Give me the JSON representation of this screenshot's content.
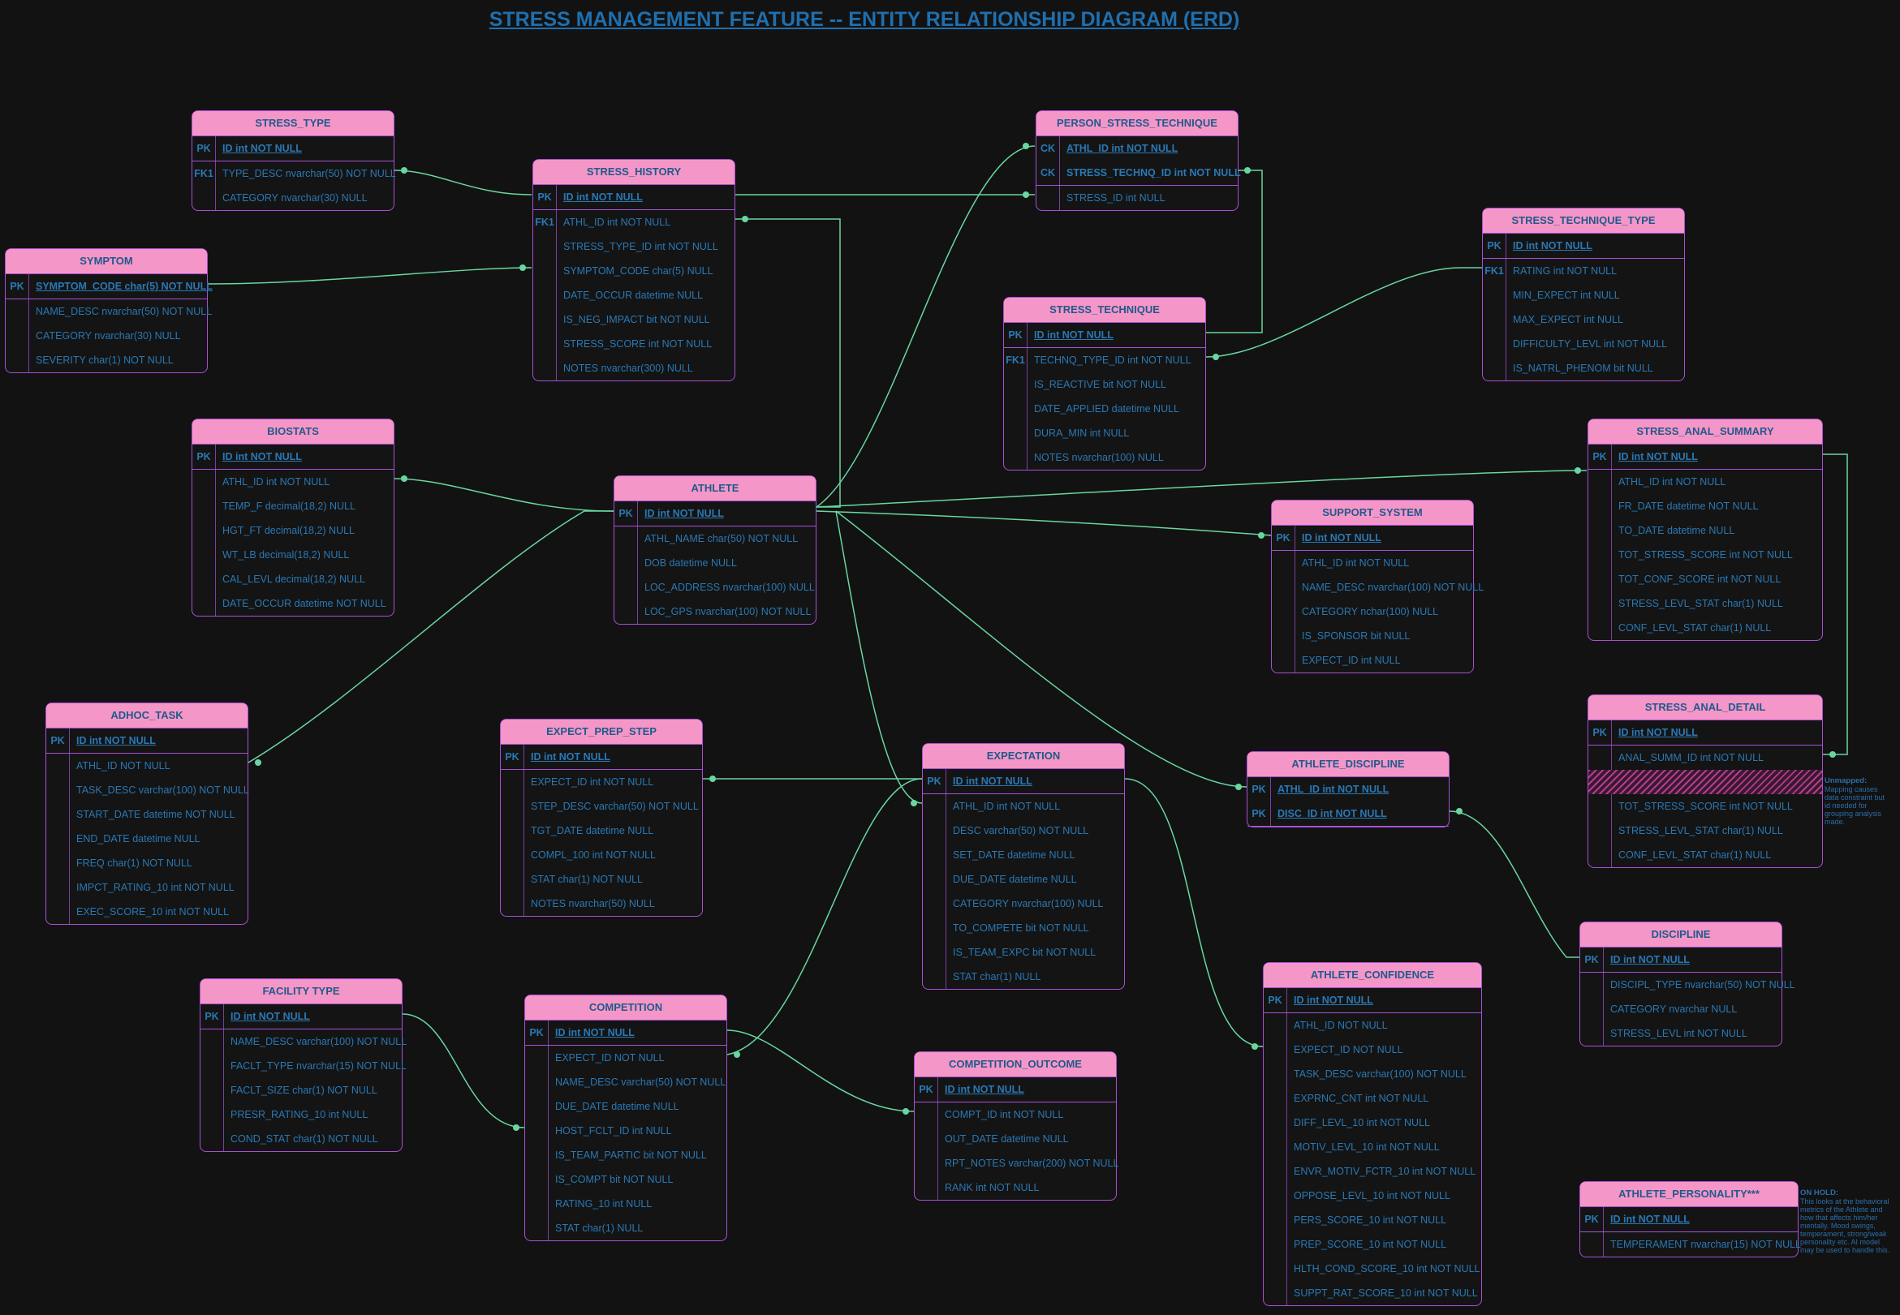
{
  "title": "STRESS MANAGEMENT FEATURE -- ENTITY RELATIONSHIP DIAGRAM (ERD)",
  "colors": {
    "background": "#121212",
    "header": "#f596c8",
    "border": "#a94fd6",
    "text": "#2a78b4",
    "line": "#69d69f"
  },
  "entities": {
    "stress_type": {
      "name": "STRESS_TYPE",
      "rows": [
        {
          "key": "PK",
          "attr": "ID int NOT NULL"
        },
        {
          "key": "FK1",
          "attr": "TYPE_DESC nvarchar(50) NOT NULL"
        },
        {
          "key": "",
          "attr": "CATEGORY nvarchar(30) NULL"
        }
      ]
    },
    "symptom": {
      "name": "SYMPTOM",
      "rows": [
        {
          "key": "PK",
          "attr": "SYMPTOM_CODE char(5) NOT NULL"
        },
        {
          "key": "",
          "attr": "NAME_DESC nvarchar(50) NOT NULL"
        },
        {
          "key": "",
          "attr": "CATEGORY nvarchar(30) NULL"
        },
        {
          "key": "",
          "attr": "SEVERITY char(1) NOT NULL"
        }
      ]
    },
    "stress_history": {
      "name": "STRESS_HISTORY",
      "rows": [
        {
          "key": "PK",
          "attr": "ID int NOT NULL"
        },
        {
          "key": "FK1",
          "attr": "ATHL_ID int NOT NULL"
        },
        {
          "key": "",
          "attr": "STRESS_TYPE_ID int NOT NULL"
        },
        {
          "key": "",
          "attr": "SYMPTOM_CODE char(5) NULL"
        },
        {
          "key": "",
          "attr": "DATE_OCCUR datetime NULL"
        },
        {
          "key": "",
          "attr": "IS_NEG_IMPACT bit NOT NULL"
        },
        {
          "key": "",
          "attr": "STRESS_SCORE int NOT NULL"
        },
        {
          "key": "",
          "attr": "NOTES nvarchar(300) NULL"
        }
      ]
    },
    "person_stress_technique": {
      "name": "PERSON_STRESS_TECHNIQUE",
      "rows": [
        {
          "key": "CK",
          "attr": "ATHL_ID int NOT NULL"
        },
        {
          "key": "CK",
          "attr": "STRESS_TECHNQ_ID int NOT NULL"
        },
        {
          "key": "",
          "attr": "STRESS_ID int NULL"
        }
      ]
    },
    "stress_technique_type": {
      "name": "STRESS_TECHNIQUE_TYPE",
      "rows": [
        {
          "key": "PK",
          "attr": "ID int NOT NULL"
        },
        {
          "key": "FK1",
          "attr": "RATING int NOT NULL"
        },
        {
          "key": "",
          "attr": "MIN_EXPECT int NULL"
        },
        {
          "key": "",
          "attr": "MAX_EXPECT int NULL"
        },
        {
          "key": "",
          "attr": "DIFFICULTY_LEVL int NOT NULL"
        },
        {
          "key": "",
          "attr": "IS_NATRL_PHENOM bit NULL"
        }
      ]
    },
    "stress_technique": {
      "name": "STRESS_TECHNIQUE",
      "rows": [
        {
          "key": "PK",
          "attr": "ID int NOT NULL"
        },
        {
          "key": "FK1",
          "attr": "TECHNQ_TYPE_ID int NOT NULL"
        },
        {
          "key": "",
          "attr": "IS_REACTIVE bit NOT NULL"
        },
        {
          "key": "",
          "attr": "DATE_APPLIED datetime NULL"
        },
        {
          "key": "",
          "attr": "DURA_MIN int NULL"
        },
        {
          "key": "",
          "attr": "NOTES nvarchar(100) NULL"
        }
      ]
    },
    "biostats": {
      "name": "BIOSTATS",
      "rows": [
        {
          "key": "PK",
          "attr": "ID int NOT NULL"
        },
        {
          "key": "",
          "attr": "ATHL_ID int NOT NULL"
        },
        {
          "key": "",
          "attr": "TEMP_F decimal(18,2) NULL"
        },
        {
          "key": "",
          "attr": "HGT_FT decimal(18,2) NULL"
        },
        {
          "key": "",
          "attr": "WT_LB decimal(18,2) NULL"
        },
        {
          "key": "",
          "attr": "CAL_LEVL decimal(18,2) NULL"
        },
        {
          "key": "",
          "attr": "DATE_OCCUR datetime NOT NULL"
        }
      ]
    },
    "athlete": {
      "name": "ATHLETE",
      "rows": [
        {
          "key": "PK",
          "attr": "ID int NOT NULL"
        },
        {
          "key": "",
          "attr": "ATHL_NAME char(50) NOT NULL"
        },
        {
          "key": "",
          "attr": "DOB datetime NULL"
        },
        {
          "key": "",
          "attr": "LOC_ADDRESS nvarchar(100) NULL"
        },
        {
          "key": "",
          "attr": "LOC_GPS nvarchar(100) NOT NULL"
        }
      ]
    },
    "stress_anal_summary": {
      "name": "STRESS_ANAL_SUMMARY",
      "rows": [
        {
          "key": "PK",
          "attr": "ID int NOT NULL"
        },
        {
          "key": "",
          "attr": "ATHL_ID int NOT NULL"
        },
        {
          "key": "",
          "attr": "FR_DATE datetime NOT NULL"
        },
        {
          "key": "",
          "attr": "TO_DATE datetime NULL"
        },
        {
          "key": "",
          "attr": "TOT_STRESS_SCORE int NOT NULL"
        },
        {
          "key": "",
          "attr": "TOT_CONF_SCORE int NOT NULL"
        },
        {
          "key": "",
          "attr": "STRESS_LEVL_STAT char(1) NULL"
        },
        {
          "key": "",
          "attr": "CONF_LEVL_STAT char(1) NULL"
        }
      ]
    },
    "support_system": {
      "name": "SUPPORT_SYSTEM",
      "rows": [
        {
          "key": "PK",
          "attr": "ID int NOT NULL"
        },
        {
          "key": "",
          "attr": "ATHL_ID int NOT NULL"
        },
        {
          "key": "",
          "attr": "NAME_DESC nvarchar(100) NOT NULL"
        },
        {
          "key": "",
          "attr": "CATEGORY nchar(100) NULL"
        },
        {
          "key": "",
          "attr": "IS_SPONSOR bit NULL"
        },
        {
          "key": "",
          "attr": "EXPECT_ID int NULL"
        }
      ]
    },
    "adhoc_task": {
      "name": "ADHOC_TASK",
      "rows": [
        {
          "key": "PK",
          "attr": "ID int NOT NULL"
        },
        {
          "key": "",
          "attr": "ATHL_ID NOT NULL"
        },
        {
          "key": "",
          "attr": "TASK_DESC varchar(100) NOT NULL"
        },
        {
          "key": "",
          "attr": "START_DATE datetime NOT NULL"
        },
        {
          "key": "",
          "attr": "END_DATE datetime NULL"
        },
        {
          "key": "",
          "attr": "FREQ char(1) NOT NULL"
        },
        {
          "key": "",
          "attr": "IMPCT_RATING_10 int NOT NULL"
        },
        {
          "key": "",
          "attr": "EXEC_SCORE_10 int NOT NULL"
        }
      ]
    },
    "expect_prep_step": {
      "name": "EXPECT_PREP_STEP",
      "rows": [
        {
          "key": "PK",
          "attr": "ID int NOT NULL"
        },
        {
          "key": "",
          "attr": "EXPECT_ID int NOT NULL"
        },
        {
          "key": "",
          "attr": "STEP_DESC varchar(50) NOT NULL"
        },
        {
          "key": "",
          "attr": "TGT_DATE datetime NULL"
        },
        {
          "key": "",
          "attr": "COMPL_100 int NOT NULL"
        },
        {
          "key": "",
          "attr": "STAT char(1) NOT NULL"
        },
        {
          "key": "",
          "attr": "NOTES nvarchar(50) NULL"
        }
      ]
    },
    "expectation": {
      "name": "EXPECTATION",
      "rows": [
        {
          "key": "PK",
          "attr": "ID int NOT NULL"
        },
        {
          "key": "",
          "attr": "ATHL_ID int NOT NULL"
        },
        {
          "key": "",
          "attr": "DESC varchar(50) NOT NULL"
        },
        {
          "key": "",
          "attr": "SET_DATE datetime NULL"
        },
        {
          "key": "",
          "attr": "DUE_DATE datetime NULL"
        },
        {
          "key": "",
          "attr": "CATEGORY nvarchar(100) NULL"
        },
        {
          "key": "",
          "attr": "TO_COMPETE bit NOT NULL"
        },
        {
          "key": "",
          "attr": "IS_TEAM_EXPC bit NOT NULL"
        },
        {
          "key": "",
          "attr": "STAT char(1) NULL"
        }
      ]
    },
    "athlete_discipline": {
      "name": "ATHLETE_DISCIPLINE",
      "rows": [
        {
          "key": "PK",
          "attr": "ATHL_ID int NOT NULL"
        },
        {
          "key": "PK",
          "attr": "DISC_ID int NOT NULL"
        }
      ]
    },
    "stress_anal_detail": {
      "name": "STRESS_ANAL_DETAIL",
      "rows": [
        {
          "key": "PK",
          "attr": "ID int NOT NULL"
        },
        {
          "key": "",
          "attr": "ANAL_SUMM_ID int NOT NULL"
        },
        {
          "key": "",
          "attr": ""
        },
        {
          "key": "",
          "attr": "TOT_STRESS_SCORE int NOT NULL"
        },
        {
          "key": "",
          "attr": "STRESS_LEVL_STAT char(1) NULL"
        },
        {
          "key": "",
          "attr": "CONF_LEVL_STAT char(1) NULL"
        }
      ]
    },
    "discipline": {
      "name": "DISCIPLINE",
      "rows": [
        {
          "key": "PK",
          "attr": "ID int NOT NULL"
        },
        {
          "key": "",
          "attr": "DISCIPL_TYPE nvarchar(50) NOT NULL"
        },
        {
          "key": "",
          "attr": "CATEGORY nvarchar NULL"
        },
        {
          "key": "",
          "attr": "STRESS_LEVL int NOT NULL"
        }
      ]
    },
    "facility_type": {
      "name": "FACILITY TYPE",
      "rows": [
        {
          "key": "PK",
          "attr": "ID int NOT NULL"
        },
        {
          "key": "",
          "attr": "NAME_DESC varchar(100) NOT NULL"
        },
        {
          "key": "",
          "attr": "FACLT_TYPE nvarchar(15) NOT NULL"
        },
        {
          "key": "",
          "attr": "FACLT_SIZE char(1) NOT NULL"
        },
        {
          "key": "",
          "attr": "PRESR_RATING_10 int NULL"
        },
        {
          "key": "",
          "attr": "COND_STAT char(1) NOT NULL"
        }
      ]
    },
    "competition": {
      "name": "COMPETITION",
      "rows": [
        {
          "key": "PK",
          "attr": "ID int NOT NULL"
        },
        {
          "key": "",
          "attr": "EXPECT_ID NOT NULL"
        },
        {
          "key": "",
          "attr": "NAME_DESC varchar(50) NOT NULL"
        },
        {
          "key": "",
          "attr": "DUE_DATE datetime NULL"
        },
        {
          "key": "",
          "attr": "HOST_FCLT_ID int NULL"
        },
        {
          "key": "",
          "attr": "IS_TEAM_PARTIC bit NOT NULL"
        },
        {
          "key": "",
          "attr": "IS_COMPT bit NOT NULL"
        },
        {
          "key": "",
          "attr": "RATING_10 int NULL"
        },
        {
          "key": "",
          "attr": "STAT char(1) NULL"
        }
      ]
    },
    "competition_outcome": {
      "name": "COMPETITION_OUTCOME",
      "rows": [
        {
          "key": "PK",
          "attr": "ID int NOT NULL"
        },
        {
          "key": "",
          "attr": "COMPT_ID int NOT NULL"
        },
        {
          "key": "",
          "attr": "OUT_DATE datetime NULL"
        },
        {
          "key": "",
          "attr": "RPT_NOTES varchar(200) NOT NULL"
        },
        {
          "key": "",
          "attr": "RANK int NOT NULL"
        }
      ]
    },
    "athlete_confidence": {
      "name": "ATHLETE_CONFIDENCE",
      "rows": [
        {
          "key": "PK",
          "attr": "ID int NOT NULL"
        },
        {
          "key": "",
          "attr": "ATHL_ID NOT NULL"
        },
        {
          "key": "",
          "attr": "EXPECT_ID NOT NULL"
        },
        {
          "key": "",
          "attr": "TASK_DESC varchar(100) NOT NULL"
        },
        {
          "key": "",
          "attr": "EXPRNC_CNT int NOT NULL"
        },
        {
          "key": "",
          "attr": "DIFF_LEVL_10 int NOT NULL"
        },
        {
          "key": "",
          "attr": "MOTIV_LEVL_10 int NOT NULL"
        },
        {
          "key": "",
          "attr": "ENVR_MOTIV_FCTR_10 int NOT NULL"
        },
        {
          "key": "",
          "attr": "OPPOSE_LEVL_10 int NOT NULL"
        },
        {
          "key": "",
          "attr": "PERS_SCORE_10 int NOT NULL"
        },
        {
          "key": "",
          "attr": "PREP_SCORE_10 int NOT NULL"
        },
        {
          "key": "",
          "attr": "HLTH_COND_SCORE_10 int NOT NULL"
        },
        {
          "key": "",
          "attr": "SUPPT_RAT_SCORE_10 int NOT NULL"
        }
      ]
    },
    "athlete_personality": {
      "name": "ATHLETE_PERSONALITY***",
      "rows": [
        {
          "key": "PK",
          "attr": "ID int NOT NULL"
        },
        {
          "key": "",
          "attr": "TEMPERAMENT nvarchar(15) NOT NULL"
        }
      ]
    }
  },
  "notes": {
    "unmapped": {
      "heading": "Unmapped:",
      "text": "Mapping causes data constraint but id needed for grouping analysis made."
    },
    "on_hold": {
      "heading": "ON HOLD:",
      "text": "This looks at the behavioral metrics of the Athlete and how that affects him/her mentally. Mood swings, temperament, strong/weak personality etc. AI model may be used to handle this."
    }
  }
}
